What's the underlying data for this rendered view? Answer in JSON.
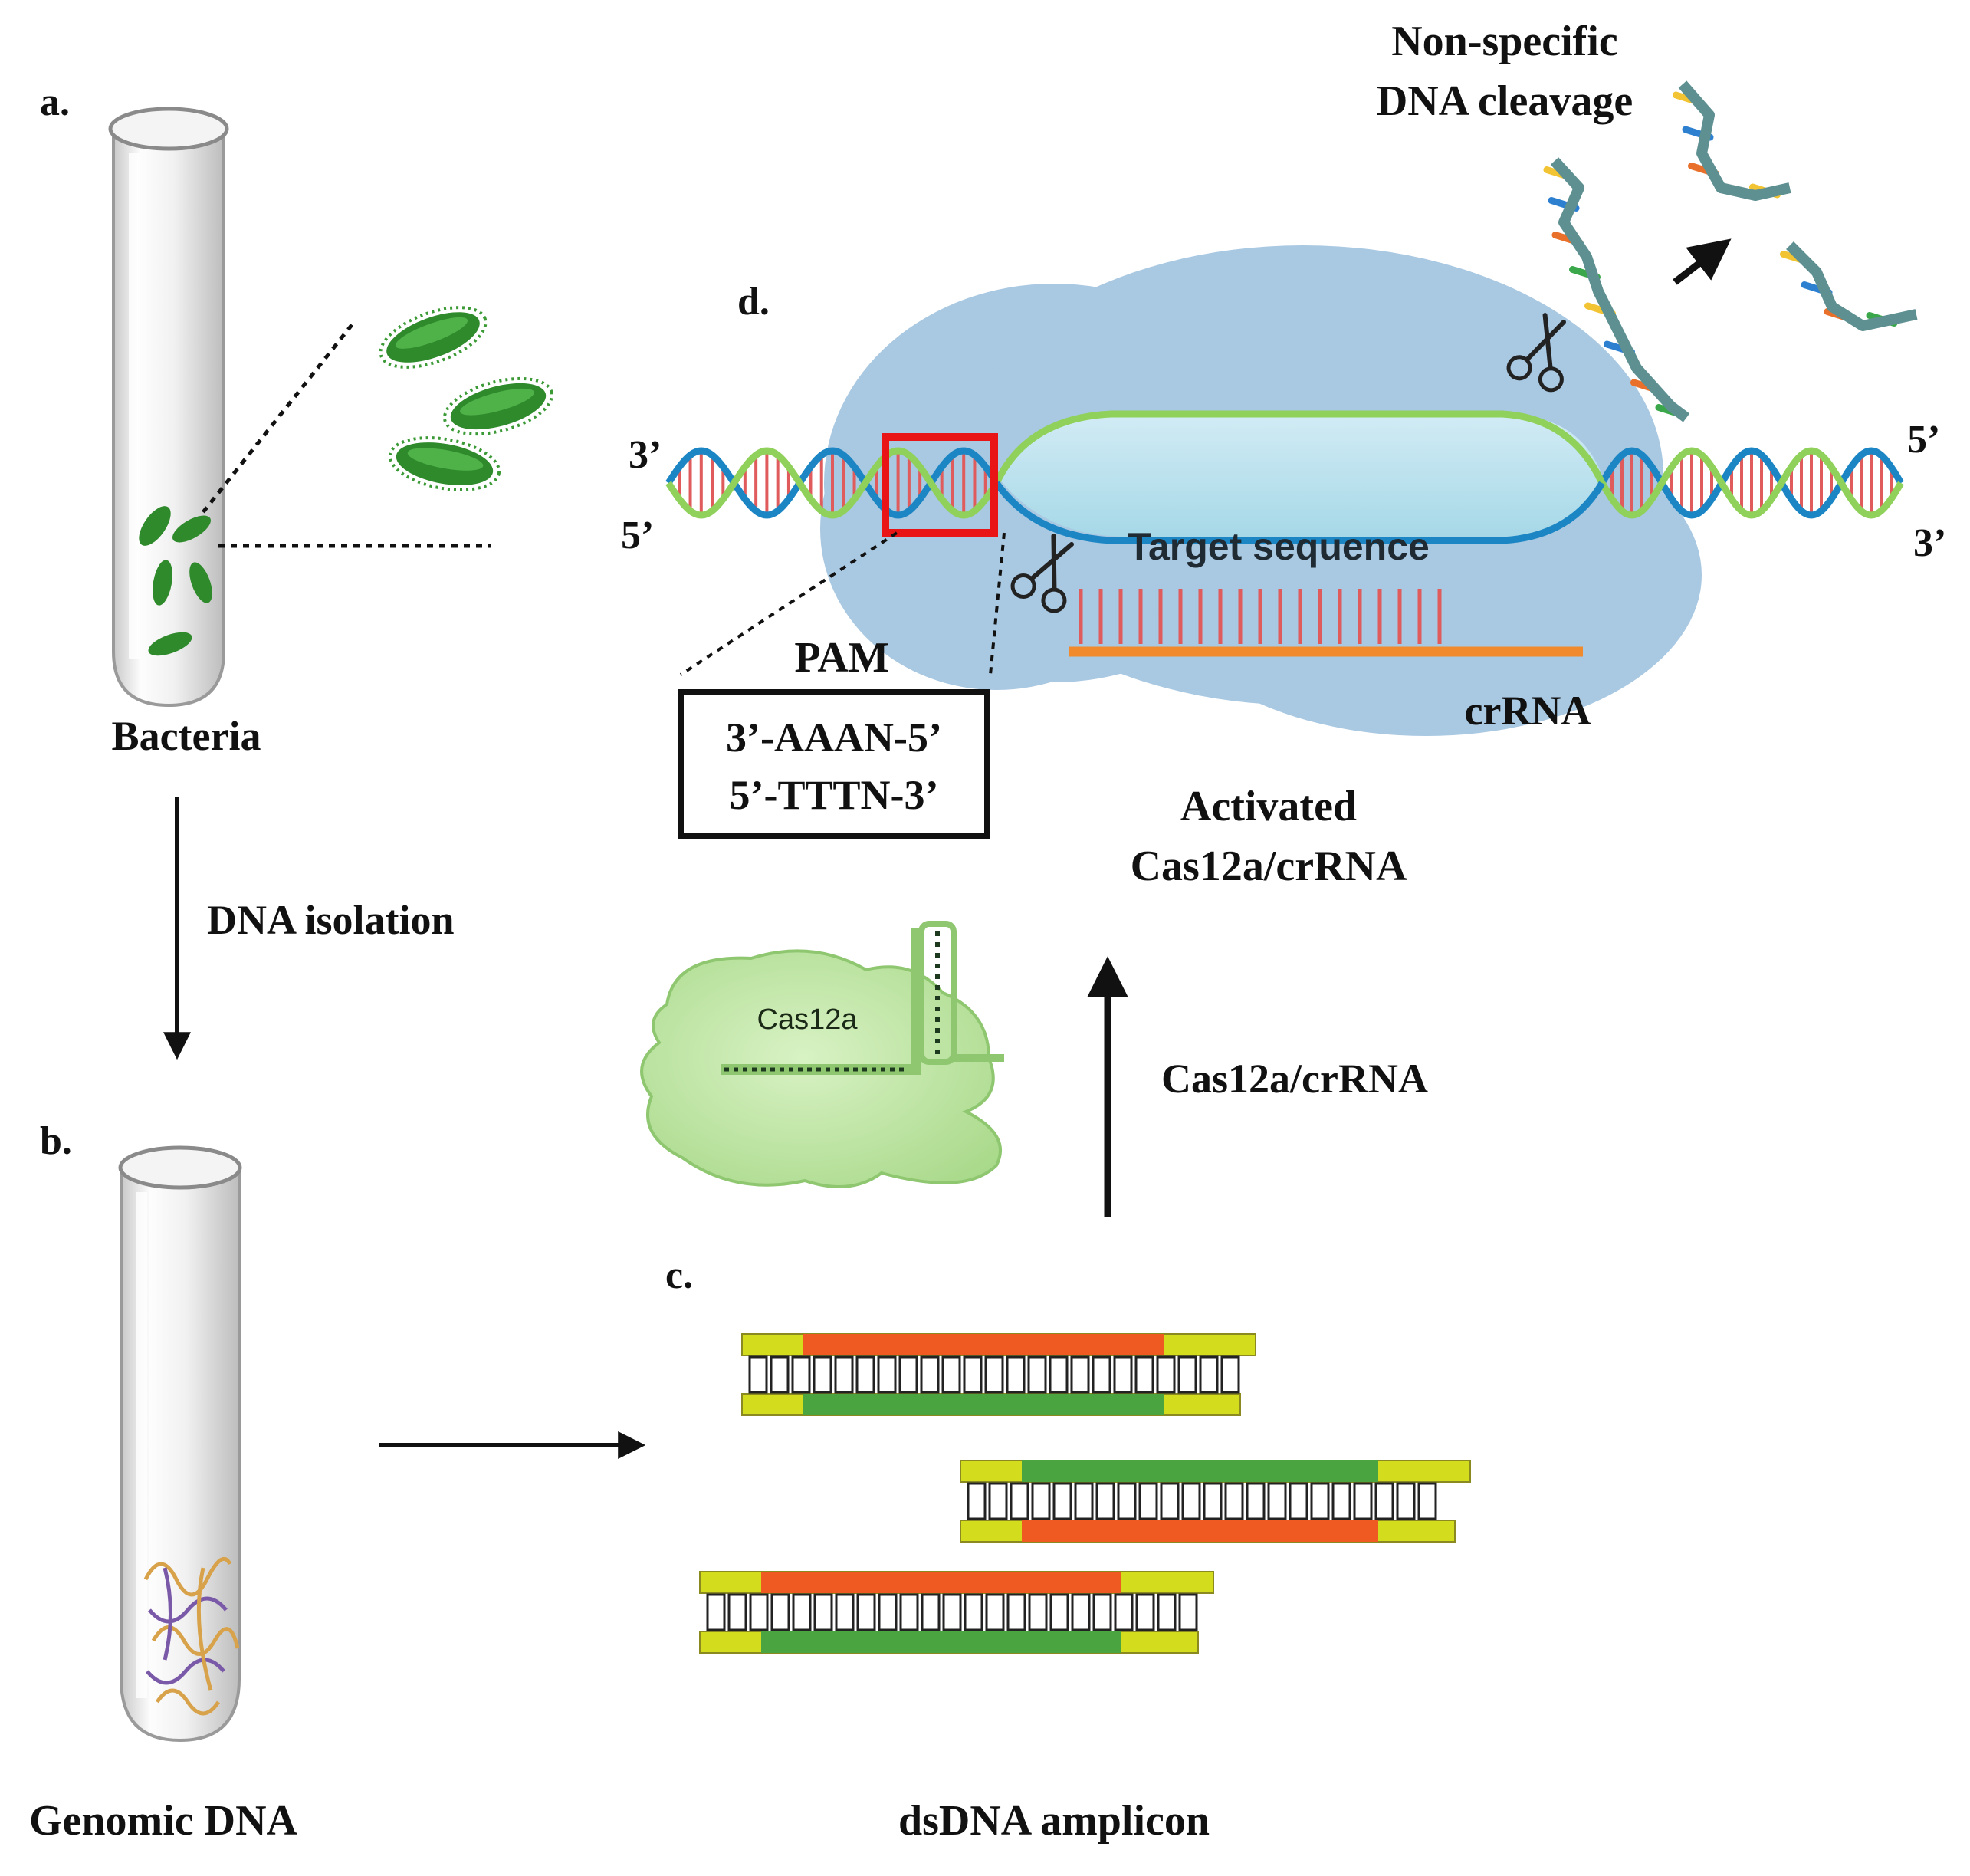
{
  "labels": {
    "panel_a": "a.",
    "panel_b": "b.",
    "panel_c": "c.",
    "panel_d": "d.",
    "bacteria": "Bacteria",
    "dna_isolation": "DNA isolation",
    "genomic_dna": "Genomic DNA",
    "dsdna_amplicon": "dsDNA amplicon",
    "cas12a_crrna_step": "Cas12a/crRNA",
    "activated_line1": "Activated",
    "activated_line2": "Cas12a/crRNA",
    "cas12a_protein": "Cas12a",
    "pam": "PAM",
    "pam_seq_1": "3’-AAAN-5’",
    "pam_seq_2": "5’-TTTN-3’",
    "target_sequence": "Target sequence",
    "crrna": "crRNA",
    "nonspecific_line1": "Non-specific",
    "nonspecific_line2": "DNA cleavage",
    "end_left_top": "3’",
    "end_left_bottom": "5’",
    "end_right_top": "5’",
    "end_right_bottom": "3’"
  },
  "colors": {
    "pam_seq_1": "#e8202a",
    "pam_seq_2": "#7d3ba0",
    "pam_highlight_box": "#e81416",
    "dna_blue_strand": "#1c86c4",
    "dna_green_strand": "#8fd15a",
    "base_pair_red": "#e05c5c",
    "crrna_orange": "#f08a2c",
    "complex_blue": "#a9c8e2",
    "cas12a_green": "#bde69d",
    "bacteria_green": "#2f8a2b",
    "amplicon_yellow": "#d4dc1e",
    "amplicon_orange": "#ef5a22",
    "amplicon_green": "#4aa540"
  },
  "icons": [
    "test-tube-icon",
    "bacteria-icon",
    "genomic-dna-icon",
    "scissors-icon",
    "cas12a-protein-icon",
    "dna-fragment-icon"
  ]
}
